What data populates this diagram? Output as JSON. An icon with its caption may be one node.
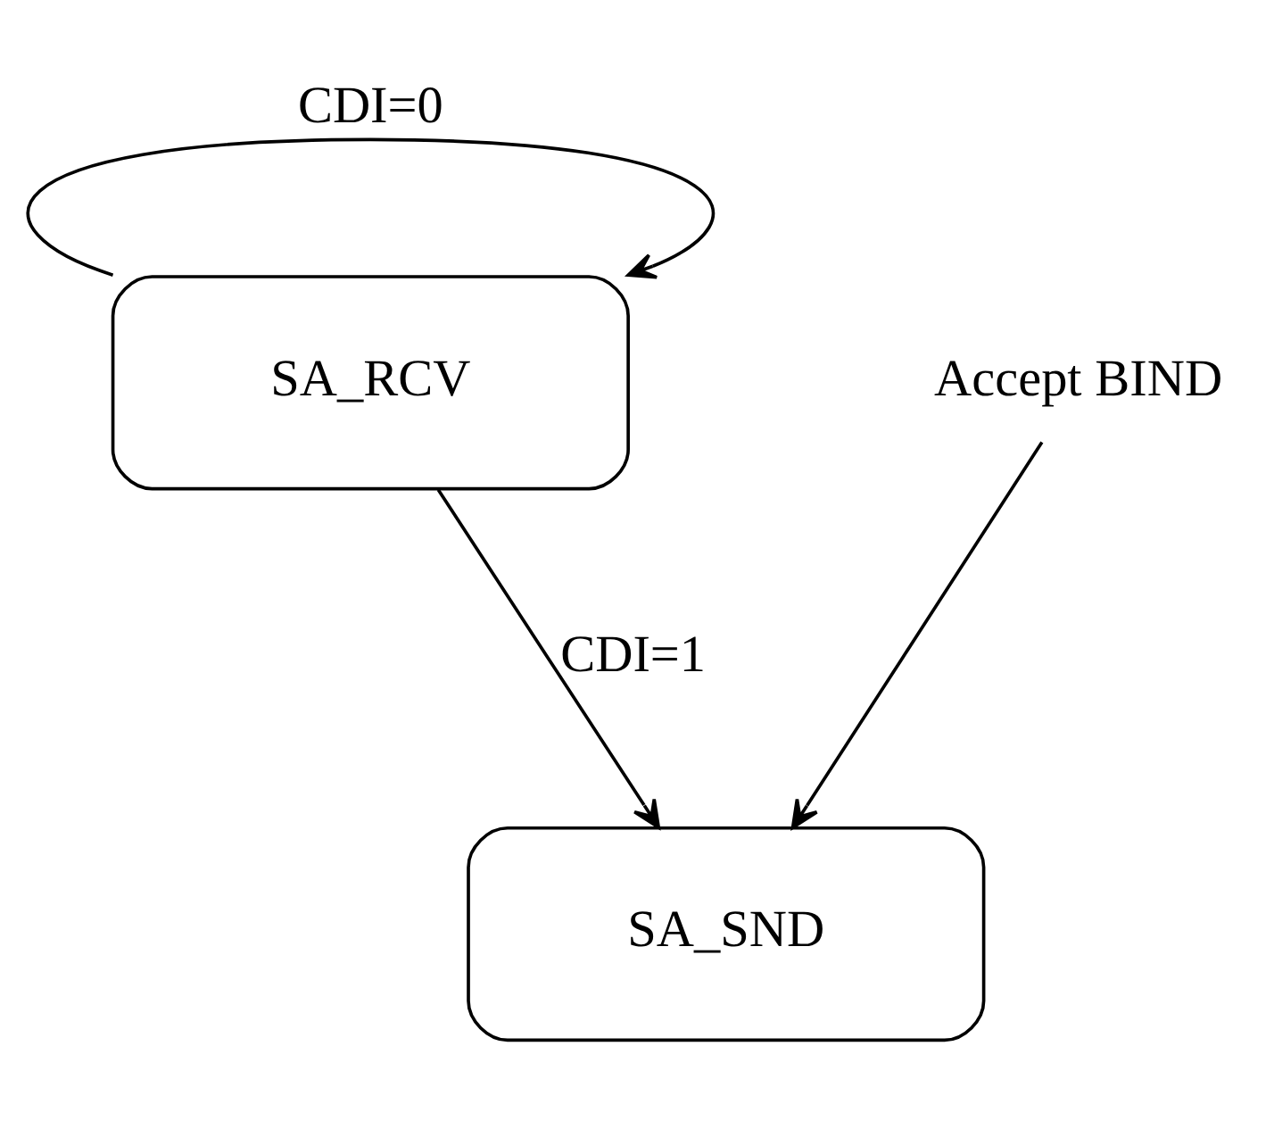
{
  "diagram": {
    "nodes": [
      {
        "text": [
          "SA_RCV"
        ]
      },
      {
        "text": [
          "SA_SND"
        ]
      },
      {
        "text": [
          "Accept BIND"
        ]
      }
    ],
    "edges": [
      {
        "from": 0,
        "to": 0,
        "arrow": "to",
        "label": "CDI=0"
      },
      {
        "from": 0,
        "to": 1,
        "arrow": "to",
        "label": "CDI=1"
      },
      {
        "from": 2,
        "to": 1,
        "arrow": "to"
      }
    ]
  }
}
